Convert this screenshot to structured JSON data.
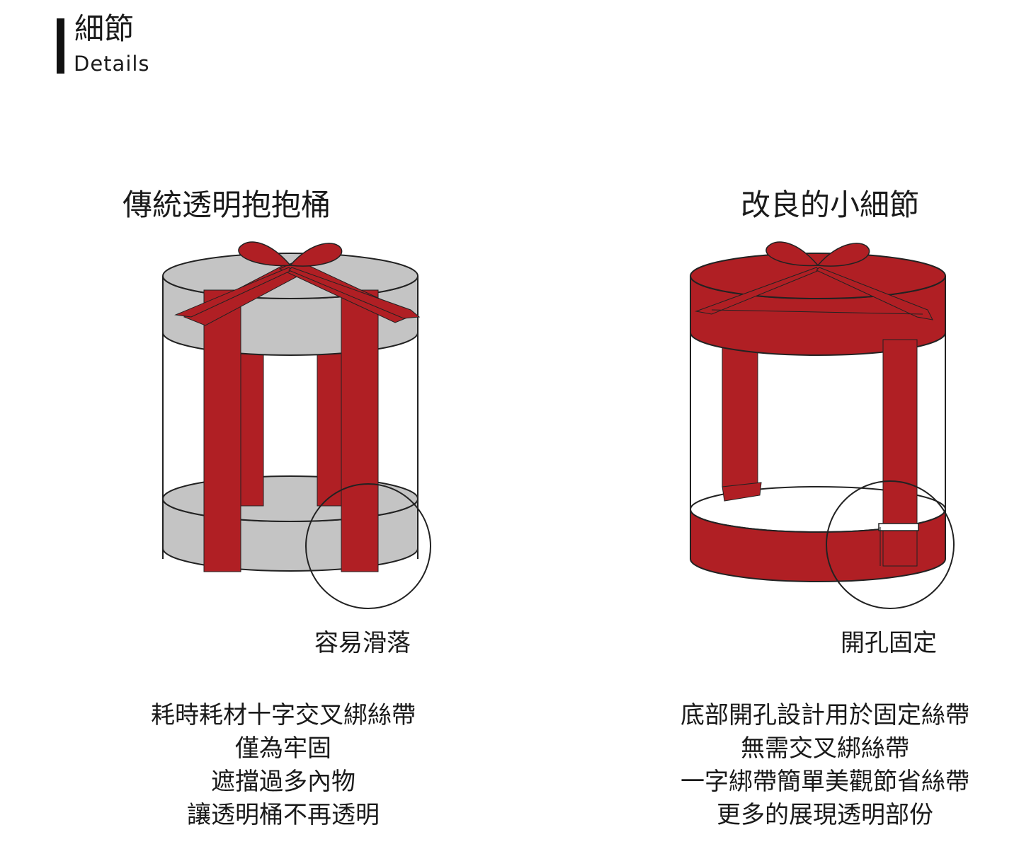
{
  "header": {
    "title": "細節",
    "subtitle": "Details"
  },
  "left": {
    "title": "傳統透明抱抱桶",
    "callout": "容易滑落",
    "lines": [
      "耗時耗材十字交叉綁絲帶",
      "僅為牢固",
      "遮擋過多內物",
      "讓透明桶不再透明"
    ]
  },
  "right": {
    "title": "改良的小細節",
    "callout": "開孔固定",
    "lines": [
      "底部開孔設計用於固定絲帶",
      "無需交叉綁絲帶",
      "一字綁帶簡單美觀節省絲帶",
      "更多的展現透明部份"
    ]
  },
  "colors": {
    "ribbon": "#b01f24",
    "lid": "#c4c4c4",
    "outline": "#222222"
  }
}
